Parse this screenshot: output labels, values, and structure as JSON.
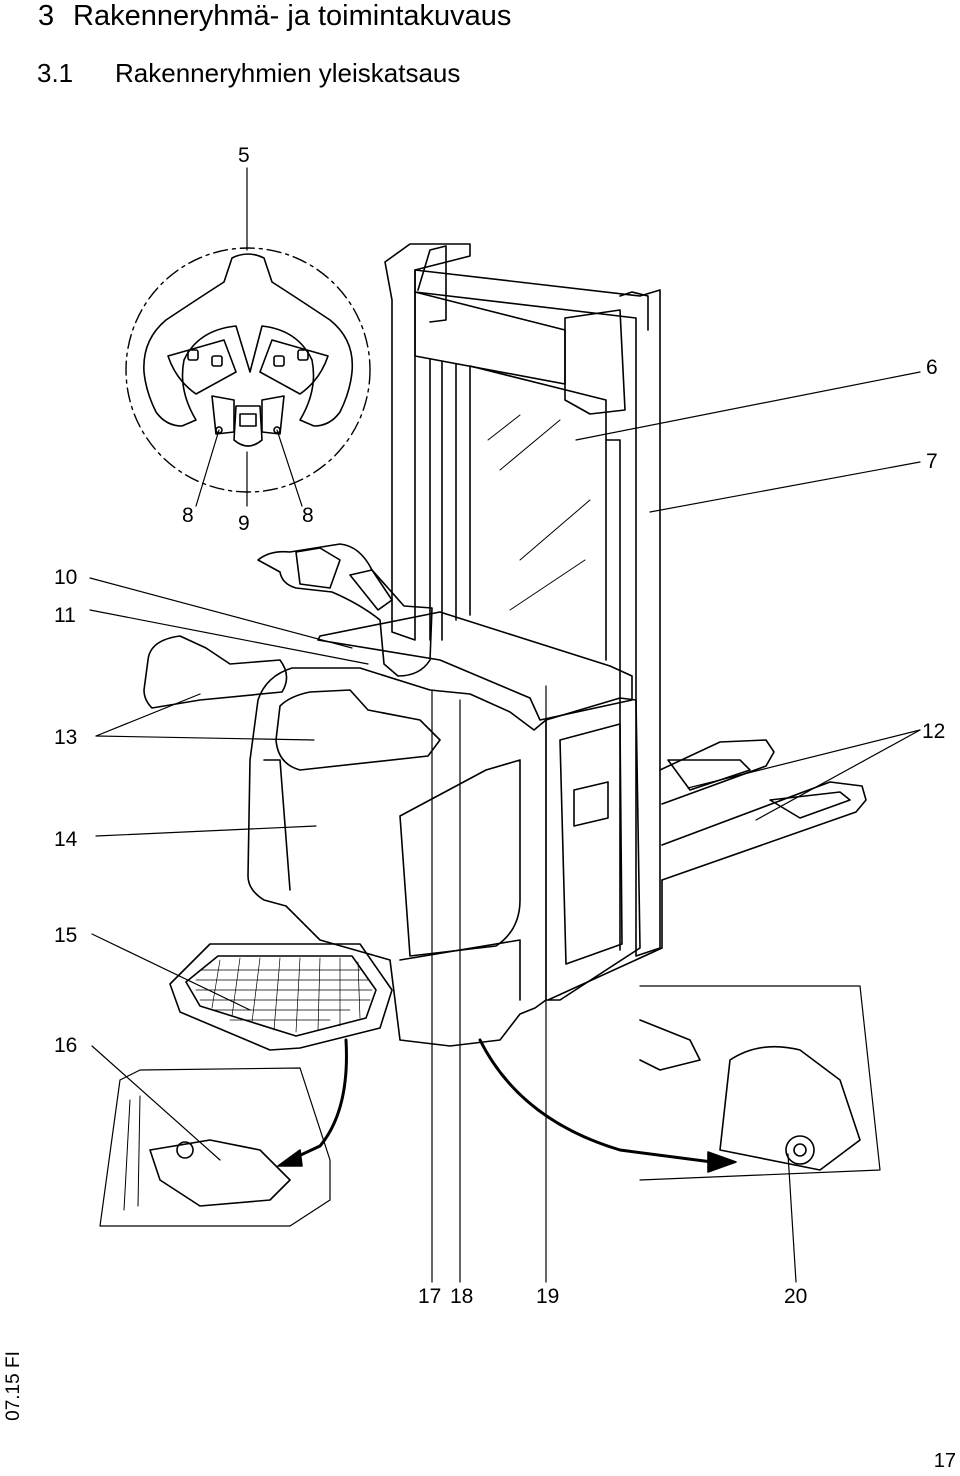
{
  "section": {
    "number": "3",
    "title": "Rakenneryhmä- ja toimintakuvaus"
  },
  "subsection": {
    "number": "3.1",
    "title": "Rakenneryhmien yleiskatsaus"
  },
  "callouts": {
    "c5": "5",
    "c6": "6",
    "c7": "7",
    "c8a": "8",
    "c9": "9",
    "c8b": "8",
    "c10": "10",
    "c11": "11",
    "c13": "13",
    "c12": "12",
    "c14": "14",
    "c15": "15",
    "c16": "16",
    "c17": "17",
    "c18": "18",
    "c19": "19",
    "c20": "20"
  },
  "footer": {
    "date_code": "07.15 FI",
    "page_number": "17"
  }
}
